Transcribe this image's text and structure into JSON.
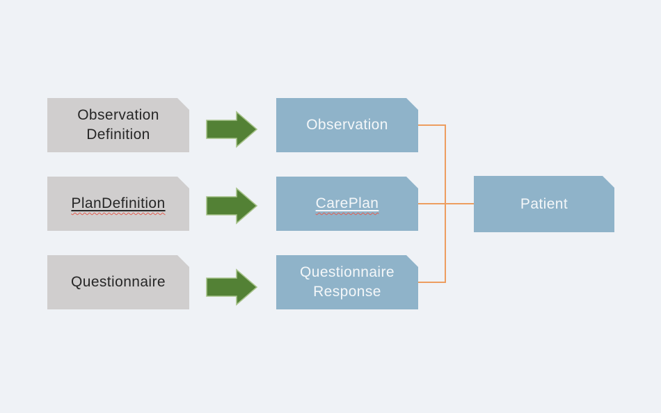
{
  "diagram": {
    "rows": [
      {
        "source": "Observation Definition",
        "target": "Observation"
      },
      {
        "source": "PlanDefinition",
        "target": "CarePlan"
      },
      {
        "source": "Questionnaire",
        "target": "Questionnaire Response"
      }
    ],
    "hub": "Patient",
    "arrow_icon": "right-block-arrow-icon",
    "connector_style": "orange-elbow-lines"
  },
  "colors": {
    "background": "#eff2f6",
    "box_gray": "#d0cece",
    "box_blue": "#8fb3c9",
    "arrow_green": "#538135",
    "arrow_green_border": "#a6c289",
    "connector_orange": "#ed9d5f",
    "text_dark": "#262626",
    "text_light": "#f4f7f9",
    "spellcheck_red": "#e25d50"
  }
}
